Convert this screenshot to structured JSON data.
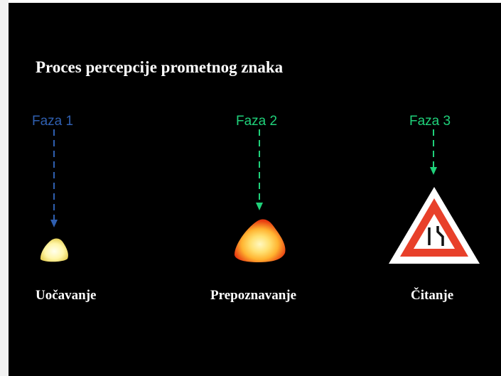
{
  "title": "Proces percepcije prometnog znaka",
  "phases": [
    {
      "label": "Faza 1",
      "stage": "Uočavanje",
      "color": "#2f5fb0"
    },
    {
      "label": "Faza 2",
      "stage": "Prepoznavanje",
      "color": "#1fd17a"
    },
    {
      "label": "Faza 3",
      "stage": "Čitanje",
      "color": "#1fd17a"
    }
  ],
  "icons": {
    "phase1": "small-yellow-blob-icon",
    "phase2": "orange-glow-blob-icon",
    "phase3": "road-narrows-warning-sign-icon"
  }
}
